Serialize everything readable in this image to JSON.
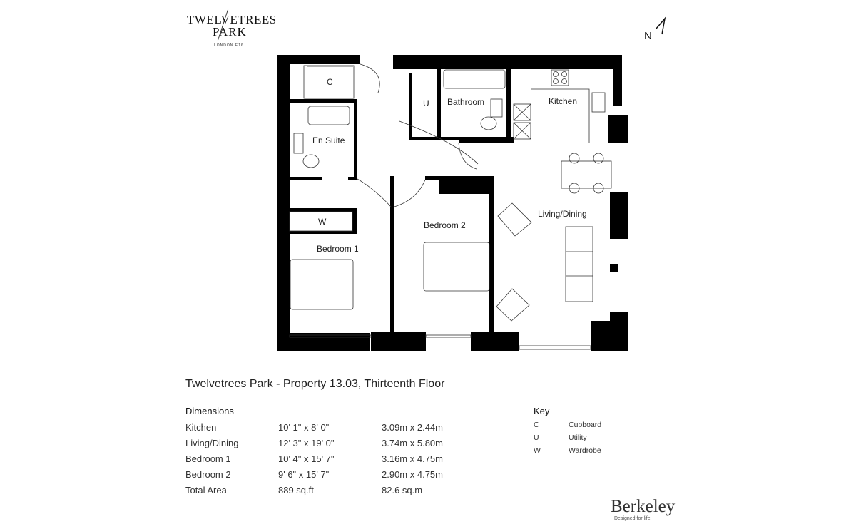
{
  "logo": {
    "line1": "TWELVETREES",
    "line2": "PARK",
    "line3": "LONDON E16"
  },
  "north_label": "N",
  "plan_labels": {
    "cupboard": "C",
    "utility": "U",
    "bathroom": "Bathroom",
    "kitchen": "Kitchen",
    "en_suite": "En Suite",
    "wardrobe": "W",
    "bedroom1": "Bedroom 1",
    "bedroom2": "Bedroom 2",
    "living": "Living/Dining"
  },
  "title": "Twelvetrees Park - Property 13.03, Thirteenth Floor",
  "dimensions": {
    "heading": "Dimensions",
    "rows": [
      {
        "room": "Kitchen",
        "imperial": "10' 1\" x 8' 0\"",
        "metric": "3.09m x 2.44m"
      },
      {
        "room": "Living/Dining",
        "imperial": "12' 3\" x 19' 0\"",
        "metric": "3.74m x 5.80m"
      },
      {
        "room": "Bedroom 1",
        "imperial": "10' 4\" x 15' 7\"",
        "metric": "3.16m x 4.75m"
      },
      {
        "room": "Bedroom 2",
        "imperial": "9' 6\" x 15' 7\"",
        "metric": "2.90m x 4.75m"
      },
      {
        "room": "Total Area",
        "imperial": "889 sq.ft",
        "metric": "82.6 sq.m"
      }
    ]
  },
  "key": {
    "heading": "Key",
    "items": [
      {
        "code": "C",
        "label": "Cupboard"
      },
      {
        "code": "U",
        "label": "Utility"
      },
      {
        "code": "W",
        "label": "Wardrobe"
      }
    ]
  },
  "brand": {
    "name": "Berkeley",
    "tagline": "Designed for life"
  }
}
